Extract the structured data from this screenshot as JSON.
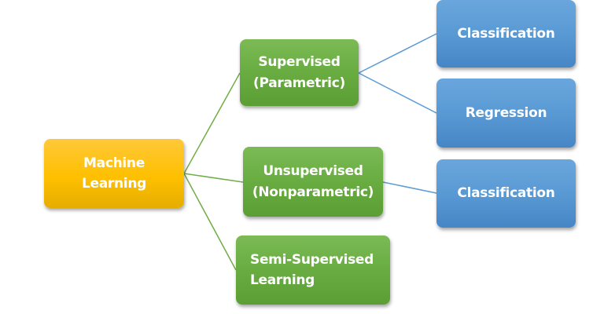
{
  "diagram": {
    "title": "Machine Learning taxonomy",
    "colors": {
      "root": "#ffc000",
      "category": "#70ad47",
      "leaf": "#5b9bd5",
      "green_connector": "#70ad47",
      "blue_connector": "#5b9bd5"
    },
    "nodes": {
      "root": {
        "label": "Machine\nLearning"
      },
      "supervised": {
        "label": "Supervised\n(Parametric)"
      },
      "unsupervised": {
        "label": "Unsupervised\n(Nonparametric)"
      },
      "semi_supervised": {
        "label": "Semi-Supervised\nLearning"
      },
      "classification_1": {
        "label": "Classification"
      },
      "regression": {
        "label": "Regression"
      },
      "classification_2": {
        "label": "Classification"
      }
    },
    "edges": [
      {
        "from": "root",
        "to": "supervised"
      },
      {
        "from": "root",
        "to": "unsupervised"
      },
      {
        "from": "root",
        "to": "semi_supervised"
      },
      {
        "from": "supervised",
        "to": "classification_1"
      },
      {
        "from": "supervised",
        "to": "regression"
      },
      {
        "from": "unsupervised",
        "to": "classification_2"
      }
    ]
  }
}
